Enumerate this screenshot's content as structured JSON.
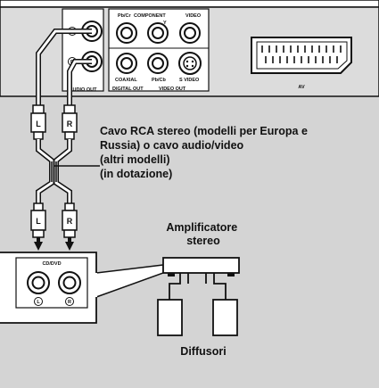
{
  "colors": {
    "background": "#d4d4d4",
    "panel": "#dcdcdc",
    "jack_fill": "#ffffff",
    "line": "#111111"
  },
  "player_panel": {
    "audio_out": "AUDIO OUT",
    "audio_jacks": [
      "L",
      "R"
    ],
    "pb_cr": "Pb/Cr",
    "component": "COMPONENT",
    "y": "Y",
    "video": "VIDEO",
    "coaxial": "COAXIAL",
    "digital_out": "DIGITAL OUT",
    "pb_cb": "Pb/Cb",
    "s_video": "S VIDEO",
    "video_out": "VIDEO OUT",
    "av": "AV"
  },
  "cable": {
    "plug_labels_top": [
      "L",
      "R"
    ],
    "plug_labels_bottom": [
      "L",
      "R"
    ],
    "caption_lines": [
      "Cavo RCA stereo (modelli per Europa e",
      "Russia) o cavo audio/video",
      "(altri modelli)",
      "(in dotazione)"
    ]
  },
  "amp_input": {
    "label": "CD/DVD",
    "jacks": [
      "L",
      "R"
    ]
  },
  "amplifier": {
    "label_lines": [
      "Amplificatore",
      "stereo"
    ]
  },
  "speakers": {
    "label": "Diffusori",
    "icon": "speaker-icon"
  }
}
